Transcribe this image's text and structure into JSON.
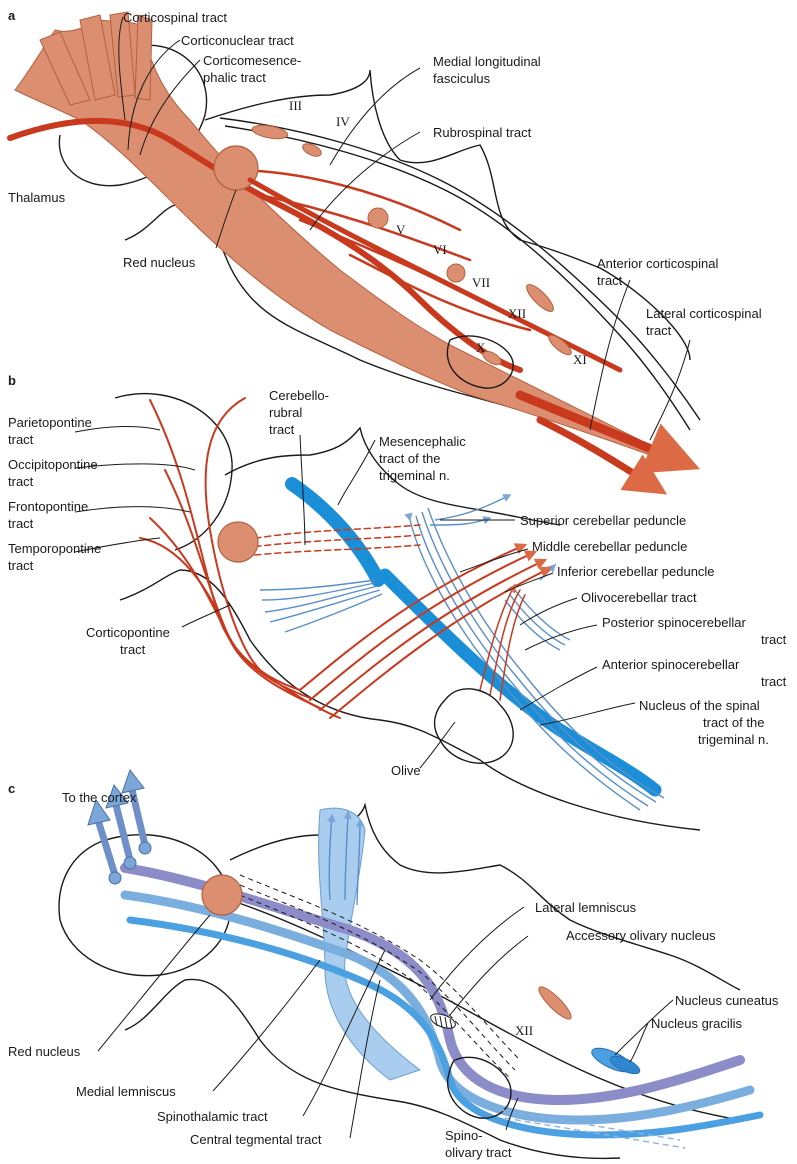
{
  "panels": {
    "a": {
      "letter": "a",
      "labels": {
        "corticospinal": "Corticospinal tract",
        "corticonuclear": "Corticonuclear tract",
        "corticomesen_1": "Corticomesence-",
        "corticomesen_2": "phalic tract",
        "thalamus": "Thalamus",
        "mlf_1": "Medial longitudinal",
        "mlf_2": "fasciculus",
        "rubrospinal": "Rubrospinal tract",
        "red_nucleus": "Red nucleus",
        "anterior_cs_1": "Anterior corticospinal",
        "anterior_cs_2": "tract",
        "lateral_cs_1": "Lateral corticospinal",
        "lateral_cs_2": "tract"
      },
      "nerves": {
        "iii": "III",
        "iv": "IV",
        "v": "V",
        "vi": "VI",
        "vii": "VII",
        "xii": "XII",
        "x": "X",
        "xi": "XI"
      }
    },
    "b": {
      "letter": "b",
      "labels": {
        "cerebellorubral_1": "Cerebello-",
        "cerebellorubral_2": "rubral",
        "cerebellorubral_3": "tract",
        "mesencephalic_1": "Mesencephalic",
        "mesencephalic_2": "tract of the",
        "mesencephalic_3": "trigeminal n.",
        "parietopontine_1": "Parietopontine",
        "parietopontine_2": "tract",
        "occipitopontine_1": "Occipitopontine",
        "occipitopontine_2": "tract",
        "frontopontine_1": "Frontopontine",
        "frontopontine_2": "tract",
        "temporopontine_1": "Temporopontine",
        "temporopontine_2": "tract",
        "superior_cp": "Superior cerebellar peduncle",
        "middle_cp": "Middle cerebellar peduncle",
        "inferior_cp": "Inferior cerebellar peduncle",
        "olivocerebellar": "Olivocerebellar tract",
        "posterior_sc_1": "Posterior spinocerebellar",
        "posterior_sc_2": "tract",
        "anterior_sc_1": "Anterior spinocerebellar",
        "anterior_sc_2": "tract",
        "corticopontine_1": "Corticopontine",
        "corticopontine_2": "tract",
        "olive": "Olive",
        "spinal_trig_1": "Nucleus of the spinal",
        "spinal_trig_2": "tract of the",
        "spinal_trig_3": "trigeminal n."
      }
    },
    "c": {
      "letter": "c",
      "labels": {
        "to_cortex": "To the cortex",
        "lateral_lemniscus": "Lateral lemniscus",
        "accessory_olivary": "Accessory olivary nucleus",
        "nucleus_cuneatus": "Nucleus cuneatus",
        "nucleus_gracilis": "Nucleus gracilis",
        "xii": "XII",
        "red_nucleus": "Red nucleus",
        "medial_lemniscus": "Medial lemniscus",
        "spinothalamic": "Spinothalamic tract",
        "central_tegmental": "Central tegmental tract",
        "spino_olivary_1": "Spino-",
        "spino_olivary_2": "olivary tract"
      }
    }
  },
  "colors": {
    "motor_red": "#c9391e",
    "salmon": "#dc8e70",
    "sensory_blue": "#5a8fc8",
    "light_blue": "#a9cdef",
    "lemniscus_purple": "#6e6ea8"
  }
}
